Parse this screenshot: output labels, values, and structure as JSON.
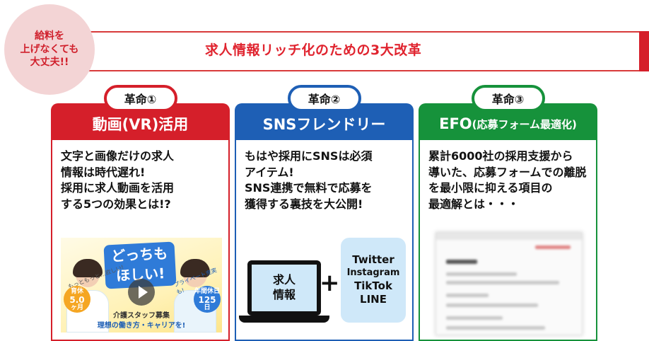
{
  "badge": {
    "text": "給料を\n上げなくても\n大丈夫!!"
  },
  "header": {
    "title": "求人情報リッチ化のための3大改革"
  },
  "columns": [
    {
      "tag": "革命①",
      "heading": "動画(VR)活用",
      "description": "文字と画像だけの求人\n情報は時代遅れ!\n採用に求人動画を活用\nする5つの効果とは!?",
      "thumbnail": {
        "title": "どっちも\nほしい!",
        "left_circle_top": "育休",
        "left_circle_value": "5.0",
        "left_circle_unit": "ヶ月",
        "right_circle_top": "年間休日",
        "right_circle_value": "125",
        "right_circle_unit": "日",
        "slant_left": "もっともっと…欲しい!",
        "slant_right": "プライベート充実も!",
        "caption": "介護スタッフ募集",
        "caption_sub": "理想の働き方・キャリアを!"
      }
    },
    {
      "tag": "革命②",
      "heading": "SNSフレンドリー",
      "description": "もはや採用にSNSは必須\nアイテム!\nSNS連携で無料で応募を\n獲得する裏技を大公開!",
      "laptop_text": "求人\n情報",
      "plus": "+",
      "sns_list": [
        "Twitter",
        "Instagram",
        "TikTok",
        "LINE"
      ]
    },
    {
      "tag": "革命③",
      "heading_main": "EFO",
      "heading_sub": "(応募フォーム最適化)",
      "description": "累計6000社の採用支援から\n導いた、応募フォームでの離脱\nを最小限に抑える項目の\n最適解とは・・・"
    }
  ],
  "colors": {
    "red": "#d51f2a",
    "blue": "#1e5fb5",
    "green": "#16923b",
    "badge_bg": "#f3d4d5",
    "light_blue": "#cfe8f9"
  }
}
